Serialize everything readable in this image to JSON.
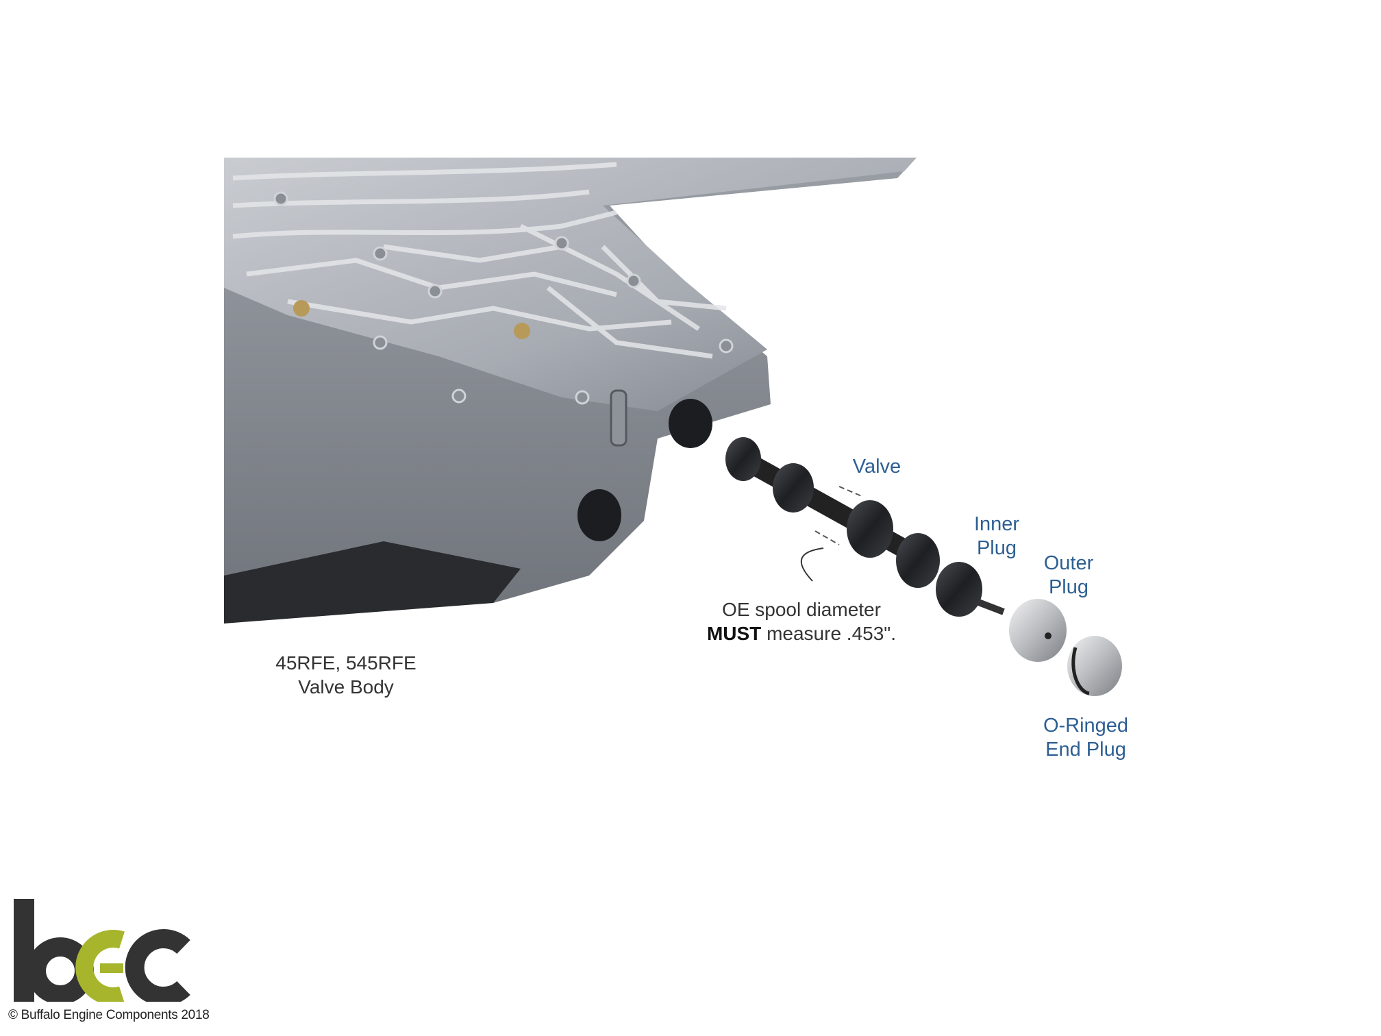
{
  "labels": {
    "valve": "Valve",
    "inner_plug": [
      "Inner",
      "Plug"
    ],
    "outer_plug": [
      "Outer",
      "Plug"
    ],
    "end_plug": [
      "O-Ringed",
      "End Plug"
    ],
    "spool_note_line1": "OE spool diameter",
    "spool_note_bold": "MUST",
    "spool_note_rest": " measure .453\".",
    "valve_body": [
      "45RFE, 545RFE",
      "Valve Body"
    ]
  },
  "logo": {
    "text": "bec",
    "copyright": "© Buffalo Engine Components 2018",
    "colors": {
      "dark": "#333333",
      "accent": "#a6b52b"
    }
  },
  "colors": {
    "label_blue": "#2d5f93"
  }
}
